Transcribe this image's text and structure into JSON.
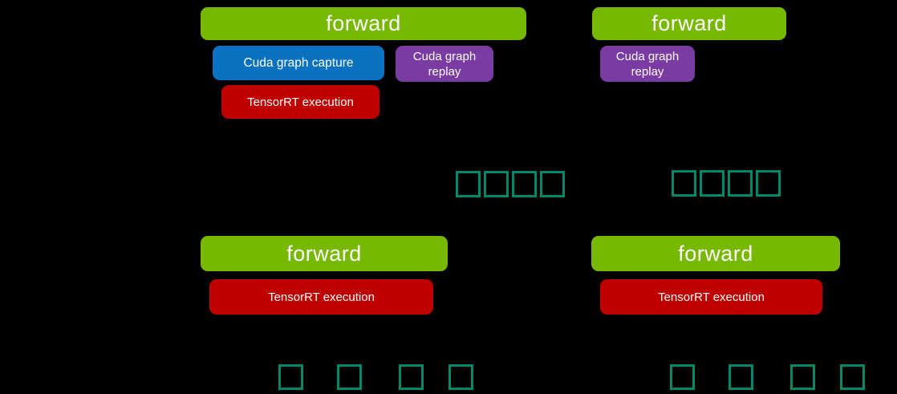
{
  "colors": {
    "background": "#000000",
    "forward_green": "#76B900",
    "capture_blue": "#0B72C2",
    "replay_purple": "#7A3CA3",
    "tensorrt_red": "#C00000",
    "kernel_teal": "#00886B",
    "label_text": "#FFFFFF"
  },
  "panels": {
    "top_left": {
      "forward_label": "forward",
      "capture_label": "Cuda graph capture",
      "replay_label": "Cuda graph replay",
      "tensorrt_label": "TensorRT execution"
    },
    "top_right": {
      "forward_label": "forward",
      "replay_label": "Cuda graph replay"
    },
    "bottom_left": {
      "forward_label": "forward",
      "tensorrt_label": "TensorRT execution"
    },
    "bottom_right": {
      "forward_label": "forward",
      "tensorrt_label": "TensorRT execution"
    }
  },
  "kernel_launch_rows": {
    "top_left": {
      "count": 4,
      "style": "contiguous"
    },
    "top_right": {
      "count": 4,
      "style": "contiguous"
    },
    "bottom_left": {
      "count": 4,
      "style": "spaced"
    },
    "bottom_right": {
      "count": 4,
      "style": "spaced"
    }
  }
}
